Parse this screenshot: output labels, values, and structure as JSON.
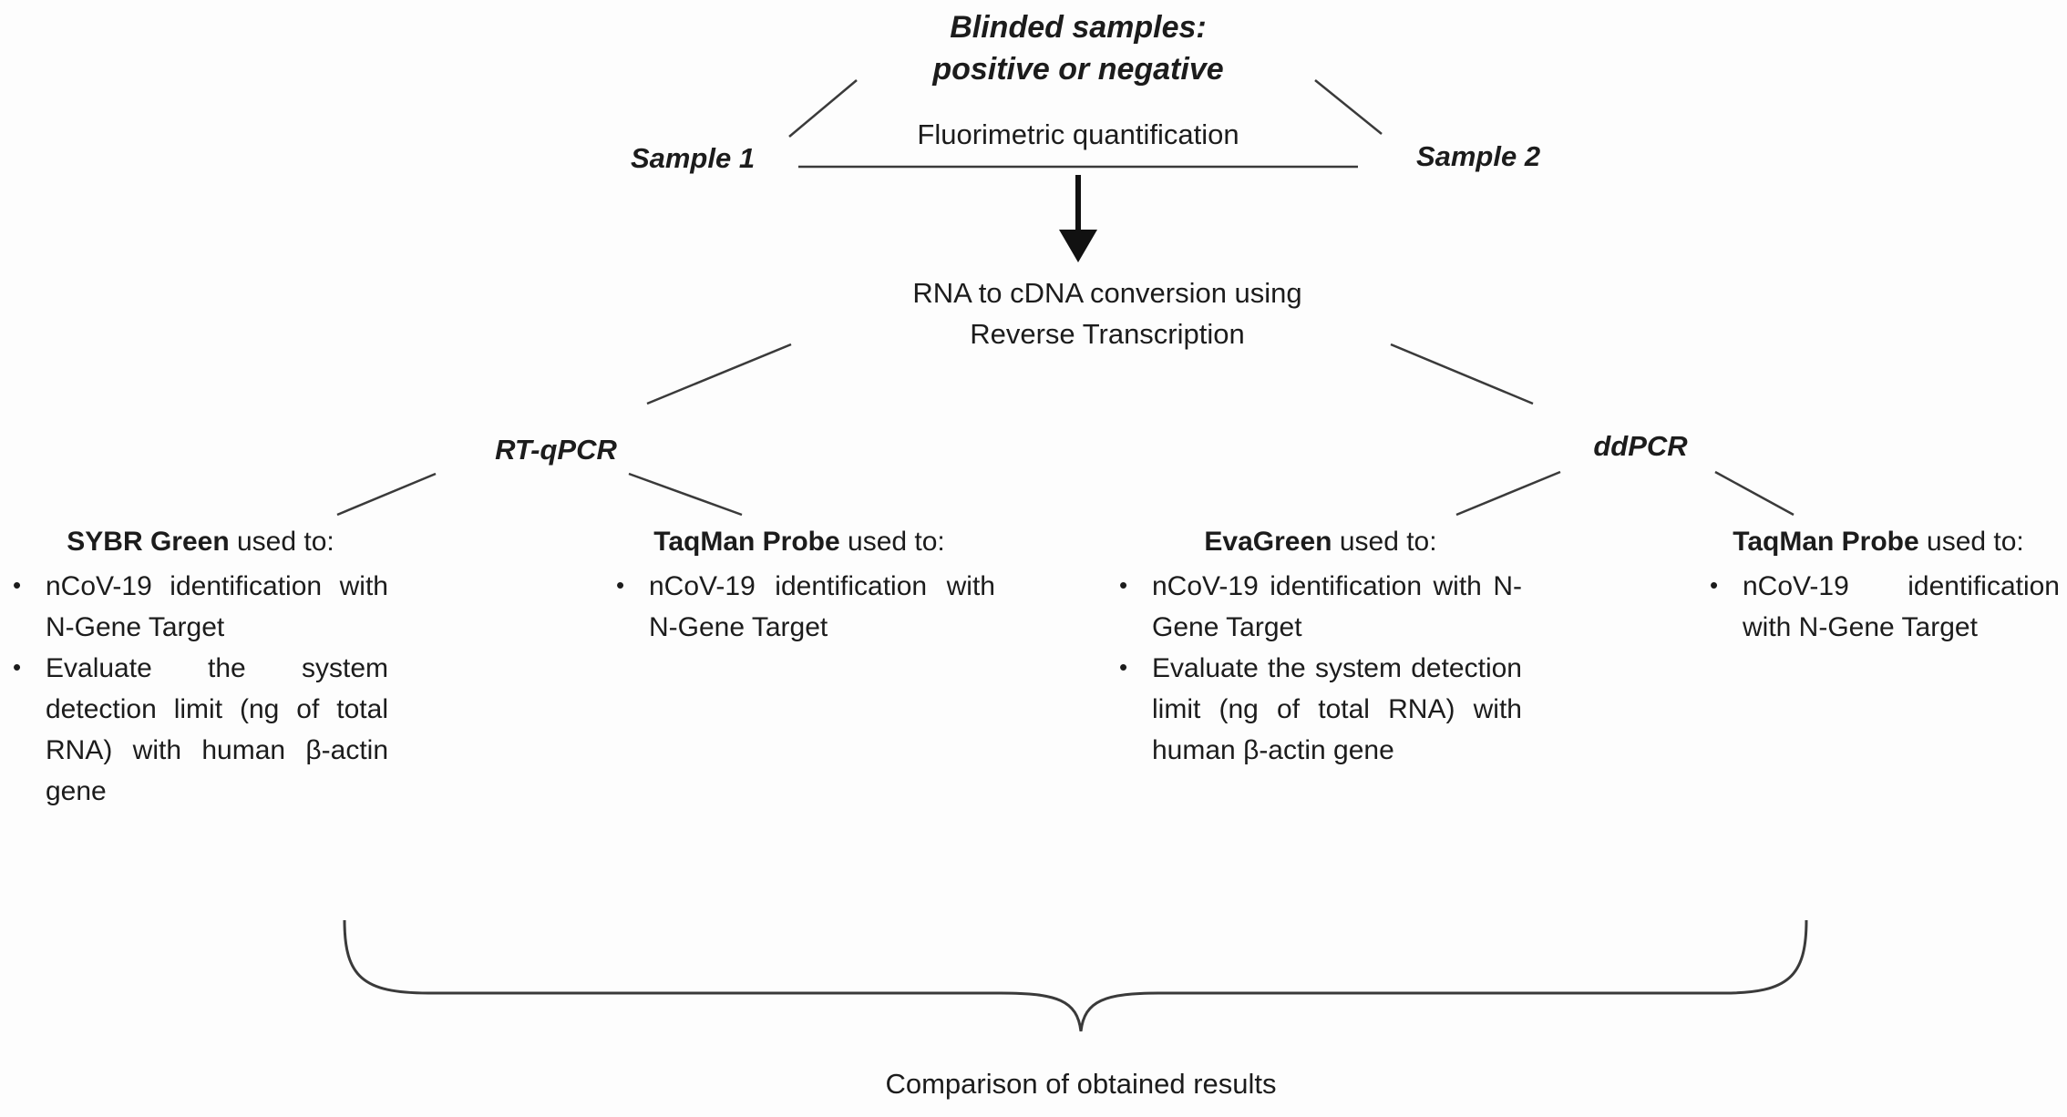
{
  "title": {
    "line1": "Blinded samples:",
    "line2": "positive or negative"
  },
  "samples": {
    "sample1": "Sample 1",
    "sample2": "Sample 2",
    "quantification": "Fluorimetric quantification"
  },
  "conversion": {
    "line1": "RNA to cDNA conversion using",
    "line2": "Reverse Transcription"
  },
  "methods": {
    "left": "RT-qPCR",
    "right": "ddPCR"
  },
  "columns": [
    {
      "name": "SYBR Green",
      "suffix": " used to:",
      "bullets": [
        "nCoV-19 identification with N-Gene Target",
        "Evaluate the system detection limit (ng of total RNA) with human β-actin gene"
      ]
    },
    {
      "name": "TaqMan Probe",
      "suffix": " used to:",
      "bullets": [
        "nCoV-19 identification with N-Gene Target"
      ]
    },
    {
      "name": "EvaGreen",
      "suffix": " used to:",
      "bullets": [
        "nCoV-19 identification with N-Gene Target",
        "Evaluate the system detection limit (ng of total RNA) with human β-actin gene"
      ]
    },
    {
      "name": "TaqMan Probe",
      "suffix": " used to:",
      "bullets": [
        "nCoV-19 identification with N-Gene Target"
      ]
    }
  ],
  "footer": {
    "comparison": "Comparison of obtained results"
  },
  "colors": {
    "text": "#1c1c1c",
    "line": "#3a3a3a"
  }
}
